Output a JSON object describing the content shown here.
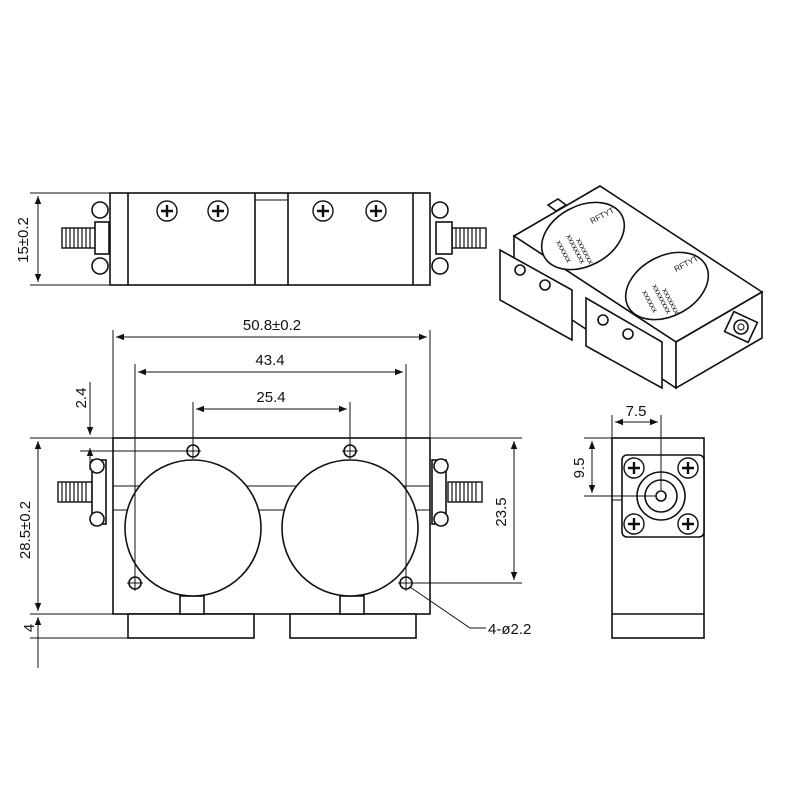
{
  "dimensions": {
    "height_side": "15±0.2",
    "overall_length": "50.8±0.2",
    "hole_span_outer": "43.4",
    "hole_span_inner": "25.4",
    "edge_offset": "2.4",
    "overall_width": "28.5±0.2",
    "hole_span_vertical": "23.5",
    "base_height": "4",
    "mounting_holes": "4-ø2.2",
    "connector_offset_x": "7.5",
    "connector_offset_y": "9.5"
  },
  "labels": {
    "brand": "RFTYT",
    "lid_line_2": "xxxxxxx",
    "lid_line_3": "xxxxxxxx",
    "lid_line_4": "xxxxxx"
  }
}
